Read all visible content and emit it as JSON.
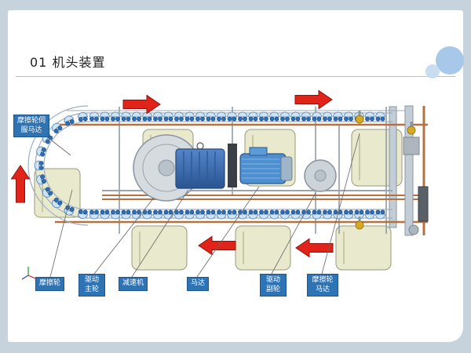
{
  "slide": {
    "title": "01 机头装置"
  },
  "diagram": {
    "labels": {
      "servo_motor": "摩擦轮伺服马达",
      "friction_wheel": "摩擦轮",
      "drive_main_wheel": "驱动主轮",
      "reducer": "减速机",
      "motor": "马达",
      "drive_sub_wheel": "驱动副轮",
      "friction_wheel_motor": "摩擦轮马达"
    },
    "label_style": {
      "bg": "#2e74b5",
      "text": "#ffffff"
    },
    "colors": {
      "arrow_red": "#e0241a",
      "track_blue": "#2f6db5",
      "trolley_cap": "#cfe3f5",
      "roller_cream": "#e9e9cd",
      "gearbox_blue": "#3f6fb5",
      "motor_blue": "#4d8fd0",
      "rail_copper": "#b5713f",
      "frame_gray": "#8a95a0"
    },
    "flow_arrows": [
      {
        "direction": "right",
        "position": "top-left"
      },
      {
        "direction": "right",
        "position": "top-right"
      },
      {
        "direction": "up",
        "position": "left"
      },
      {
        "direction": "left",
        "position": "bottom-center"
      },
      {
        "direction": "left",
        "position": "bottom-right"
      }
    ]
  }
}
